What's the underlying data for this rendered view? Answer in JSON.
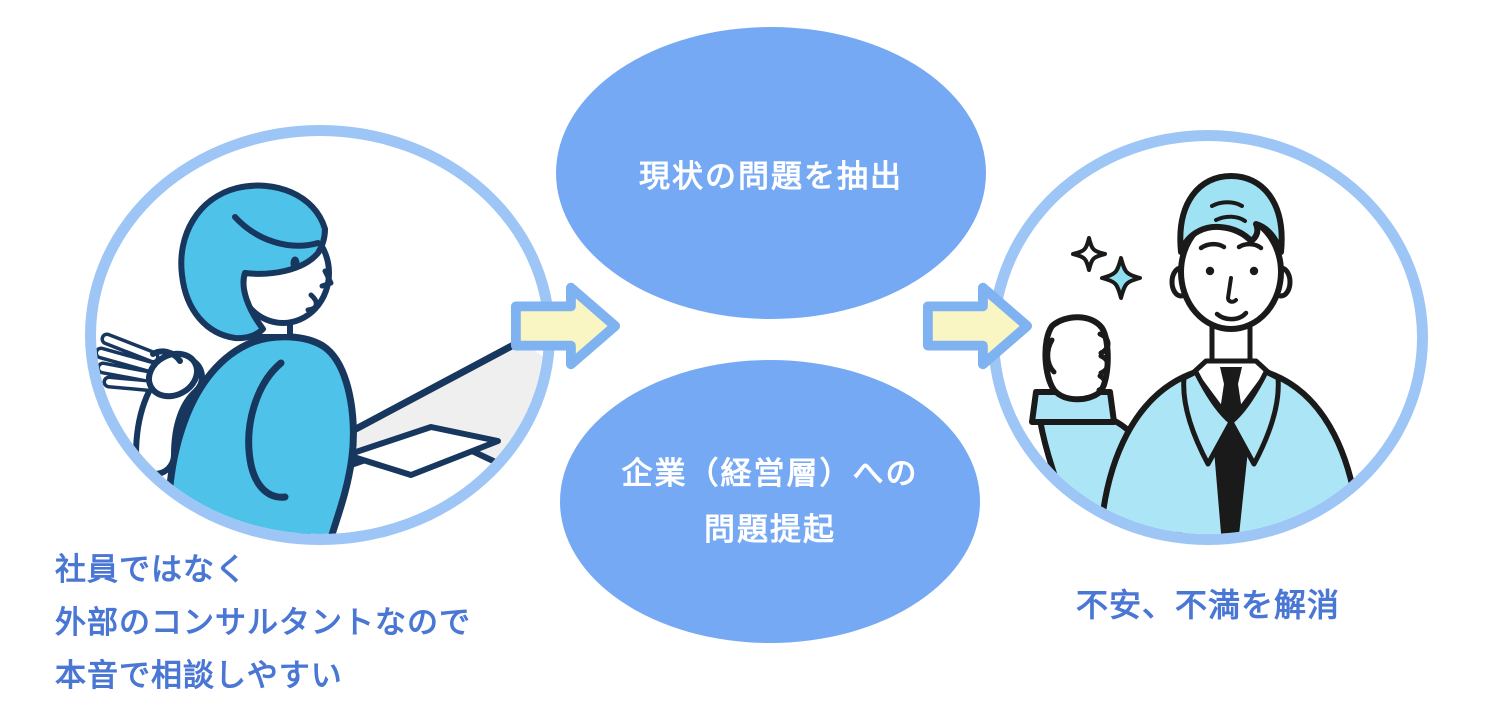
{
  "left_group": {
    "illustration": "consultant-woman-at-desk",
    "caption": {
      "lines": [
        "社員ではなく",
        "外部のコンサルタントなので",
        "本音で相談しやすい"
      ]
    }
  },
  "process": {
    "bubble_top": {
      "label": "現状の問題を抽出"
    },
    "bubble_bottom": {
      "line1": "企業（経営層）への",
      "line2": "問題提起"
    }
  },
  "right_group": {
    "illustration": "relieved-businessman-with-sparkles",
    "caption": "不安、不満を解消"
  },
  "icons": {
    "arrow": "arrow-right-icon",
    "sparkle": "sparkle-icon"
  },
  "colors": {
    "bubble_fill": "#76a9f3",
    "bubble_text": "#ffffff",
    "circle_ring": "#9dc5f6",
    "arrow_fill": "#f9f6c3",
    "arrow_stroke": "#7fb2f1",
    "caption_text": "#4a77d4",
    "woman_fill": "#4ec2e8",
    "woman_outline": "#17375e",
    "man_fill": "#ace6f6",
    "man_hair": "#9fe2f3",
    "man_outline": "#1a1a1a",
    "desk_fill": "#efefef"
  }
}
